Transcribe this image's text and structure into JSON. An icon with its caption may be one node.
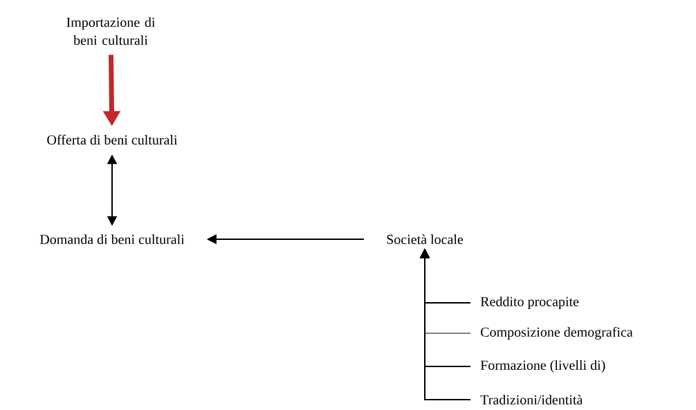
{
  "diagram": {
    "nodes": [
      {
        "text": [
          "Importazione di beni culturali"
        ]
      },
      {
        "text": [
          "Offerta di beni culturali"
        ]
      },
      {
        "text": [
          "Domanda di beni culturali"
        ]
      },
      {
        "text": [
          "Società locale"
        ]
      },
      {
        "text": [
          "Reddito procapite"
        ]
      },
      {
        "text": [
          "Composizione demografica"
        ]
      },
      {
        "text": [
          "Formazione (livelli di)"
        ]
      },
      {
        "text": [
          "Tradizioni/identità"
        ]
      }
    ],
    "edges": [
      {
        "from": 0,
        "to": 1,
        "arrow": "to",
        "style": "thick",
        "color": "#c0282c"
      },
      {
        "from": 1,
        "to": 2,
        "arrow": "both"
      },
      {
        "from": 3,
        "to": 2,
        "arrow": "to"
      },
      {
        "from": 4,
        "to": 3,
        "arrow": "to"
      },
      {
        "from": 5,
        "to": 3,
        "arrow": "to"
      },
      {
        "from": 6,
        "to": 3,
        "arrow": "to"
      },
      {
        "from": 7,
        "to": 3,
        "arrow": "to"
      }
    ]
  }
}
